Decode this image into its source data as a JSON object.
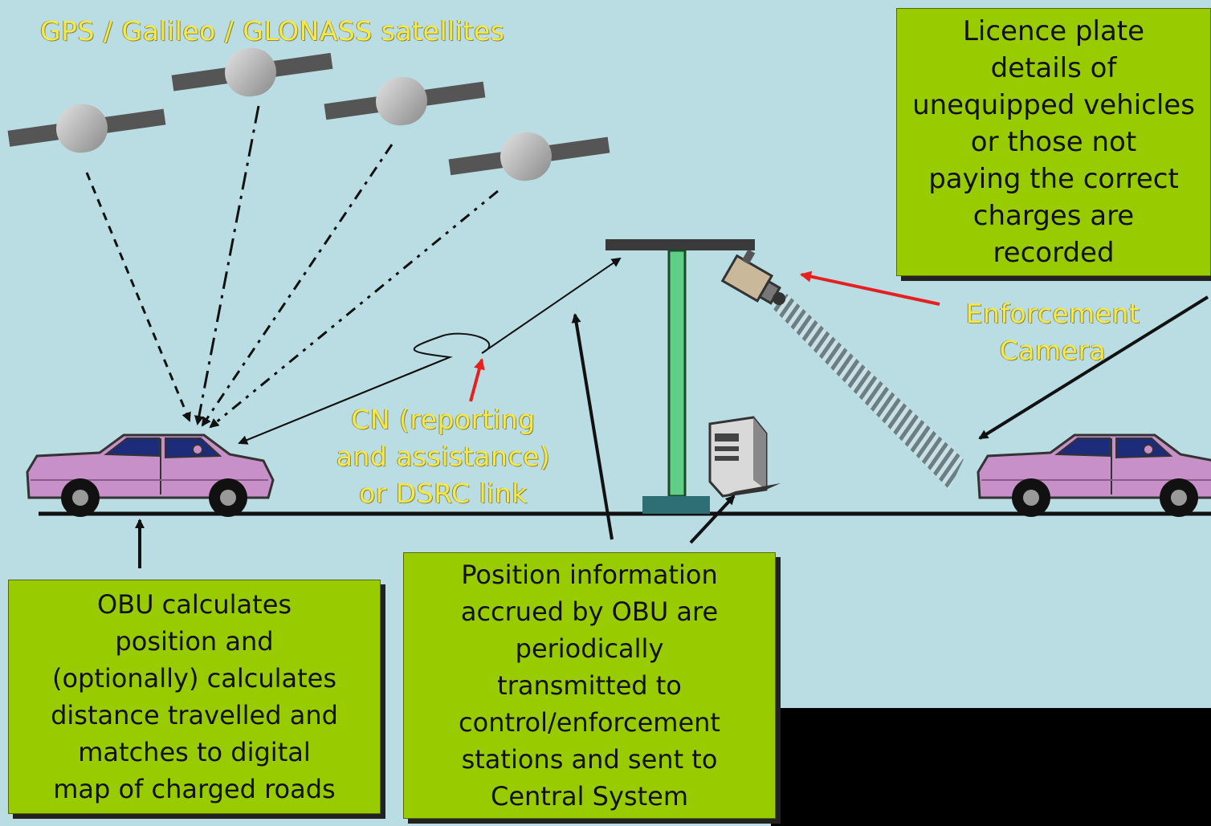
{
  "satellites_label": "GPS / Galileo / GLONASS satellites",
  "link_label": "CN (reporting\nand assistance)\nor DSRC link",
  "camera_label": "Enforcement\nCamera",
  "box_license": "Licence plate\ndetails of\nunequipped vehicles\nor those not\npaying the correct\ncharges are\nrecorded",
  "box_obu": "OBU calculates\nposition and\n(optionally) calculates\ndistance travelled and\nmatches to digital\nmap of charged roads",
  "box_position": "Position information\naccrued by OBU are\nperiodically\ntransmitted to\ncontrol/enforcement\nstations and sent to\nCentral System",
  "icons": [
    "satellite-icon",
    "car-icon",
    "camera-icon",
    "server-icon",
    "gantry-icon"
  ],
  "colors": {
    "background": "#b9dde3",
    "box_fill": "#99cc00",
    "label_text": "#f4e84a",
    "car_body": "#c890c8",
    "highlight_arrow": "#e52020"
  }
}
